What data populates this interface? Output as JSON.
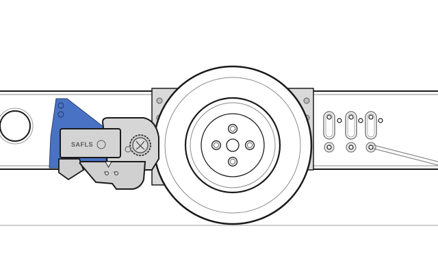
{
  "diagram": {
    "subject": "Spare wheel carrier mounted on chassis rail with winch mechanism",
    "colors": {
      "background": "#ffffff",
      "outline": "#1a1a1a",
      "thin_line": "#7a7a7a",
      "rail_fill": "#ffffff",
      "plate_fill": "#d9d9d9",
      "bracket_blue": "#4a72c4",
      "mechanism_fill": "#cfcfcf",
      "ground_line": "#bdbdbd"
    },
    "components": [
      {
        "id": "chassis-rail",
        "label": "Chassis rail"
      },
      {
        "id": "rail-hole",
        "label": "Rail hole"
      },
      {
        "id": "blue-bracket",
        "label": "Mounting bracket"
      },
      {
        "id": "winch-mechanism",
        "label": "Winch mechanism"
      },
      {
        "id": "mounting-plates",
        "label": "Carrier mounting plates"
      },
      {
        "id": "spare-wheel",
        "label": "Spare wheel"
      },
      {
        "id": "slotted-holes",
        "label": "Adjustment slots"
      },
      {
        "id": "cable",
        "label": "Cable"
      },
      {
        "id": "ground-line",
        "label": "Ground line"
      }
    ],
    "logo": {
      "text": "SAFLS"
    }
  }
}
